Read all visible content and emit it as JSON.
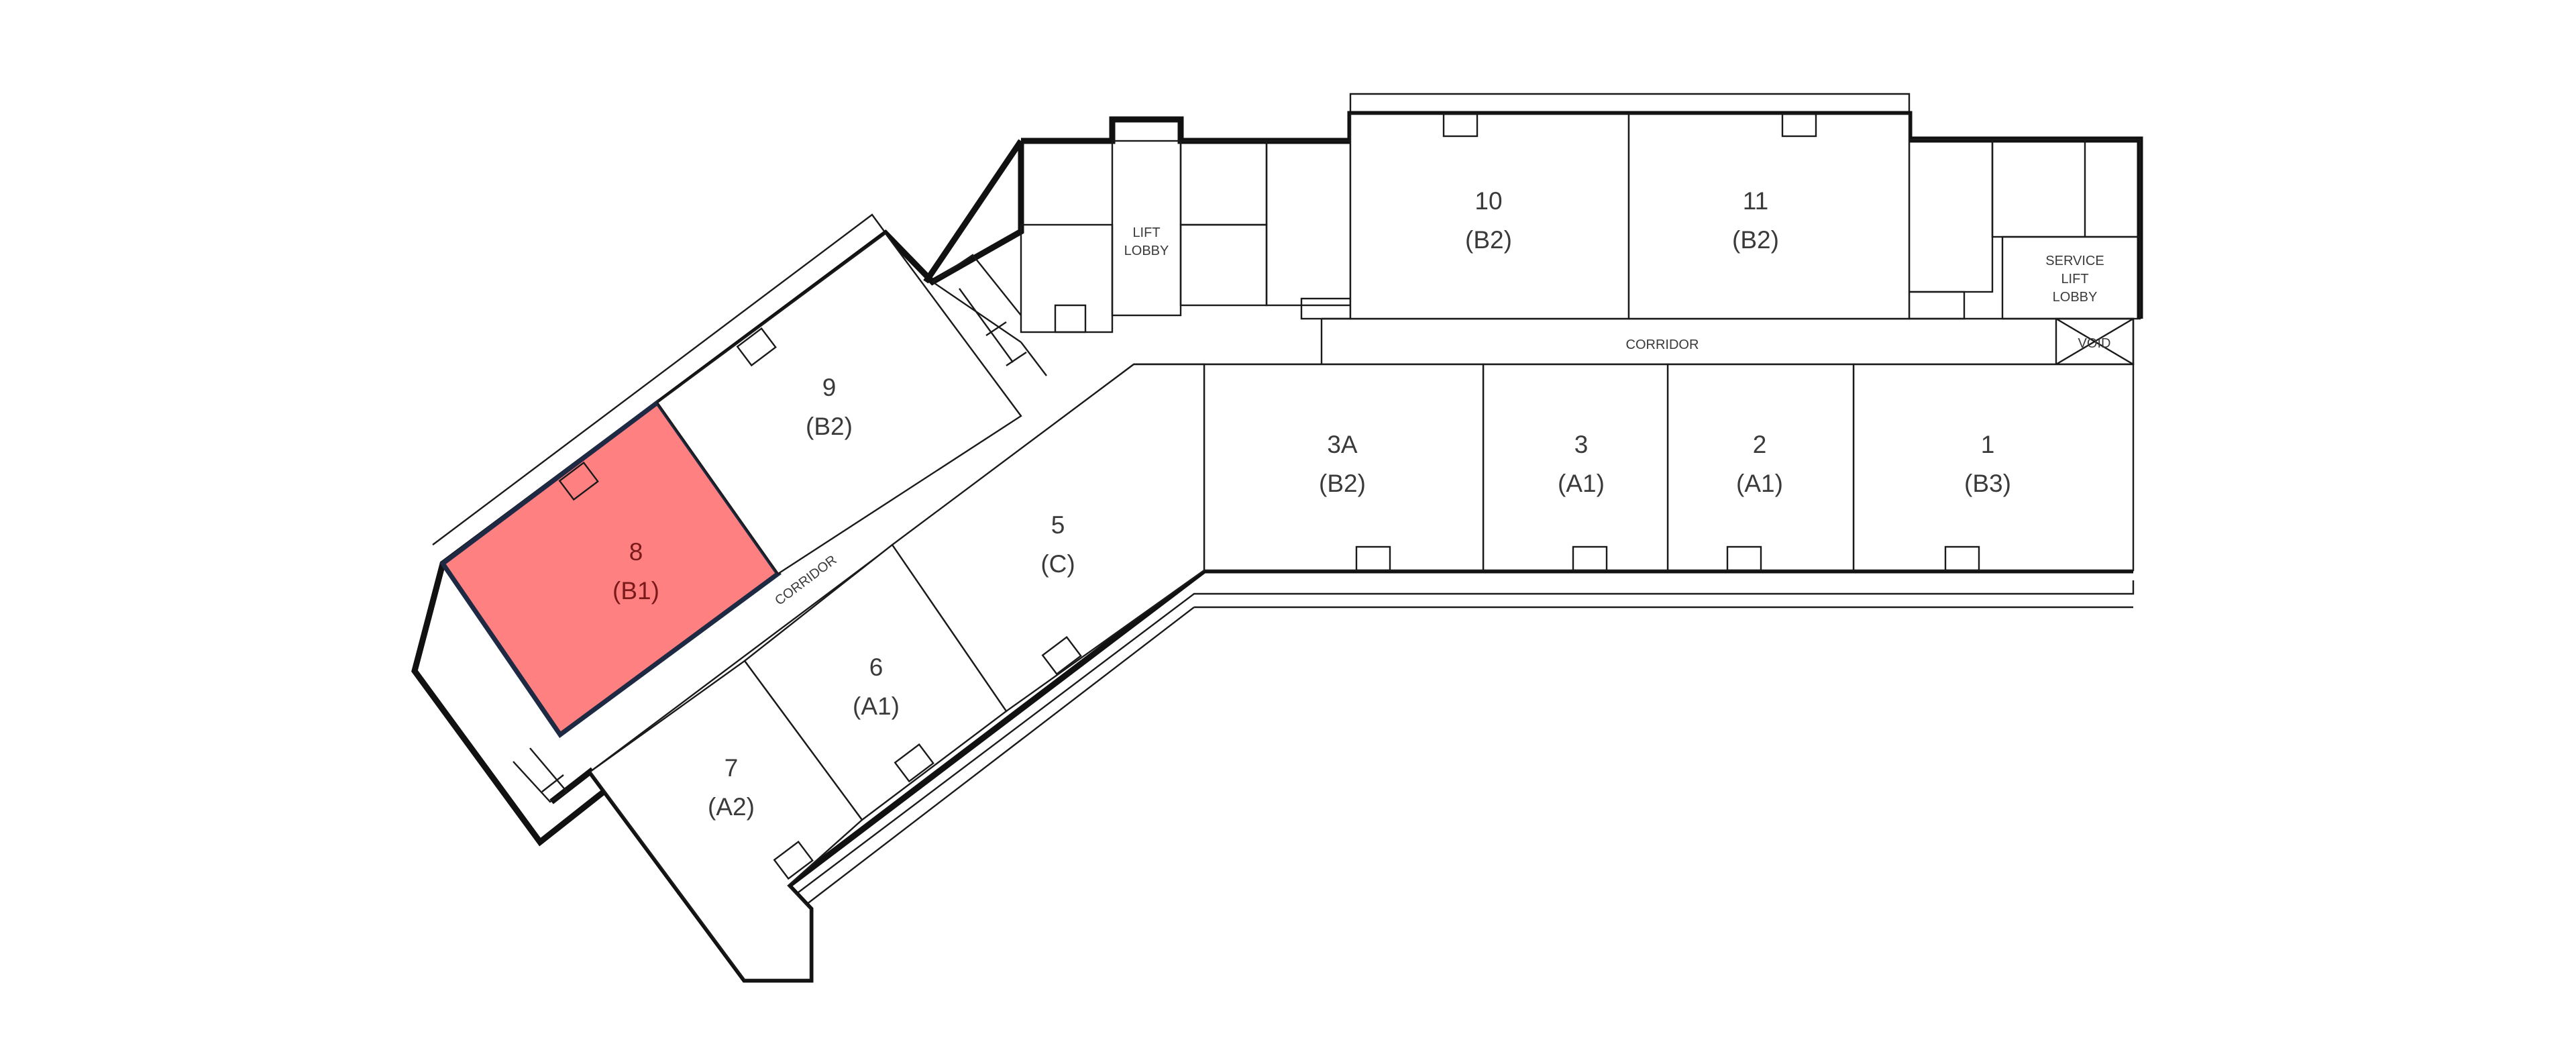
{
  "highlight_color": "#ff8080",
  "units": [
    {
      "id": "1",
      "name": "1",
      "type": "(B3)",
      "selected": false
    },
    {
      "id": "2",
      "name": "2",
      "type": "(A1)",
      "selected": false
    },
    {
      "id": "3",
      "name": "3",
      "type": "(A1)",
      "selected": false
    },
    {
      "id": "3A",
      "name": "3A",
      "type": "(B2)",
      "selected": false
    },
    {
      "id": "5",
      "name": "5",
      "type": "(C)",
      "selected": false
    },
    {
      "id": "6",
      "name": "6",
      "type": "(A1)",
      "selected": false
    },
    {
      "id": "7",
      "name": "7",
      "type": "(A2)",
      "selected": false
    },
    {
      "id": "8",
      "name": "8",
      "type": "(B1)",
      "selected": true
    },
    {
      "id": "9",
      "name": "9",
      "type": "(B2)",
      "selected": false
    },
    {
      "id": "10",
      "name": "10",
      "type": "(B2)",
      "selected": false
    },
    {
      "id": "11",
      "name": "11",
      "type": "(B2)",
      "selected": false
    }
  ],
  "labels": {
    "lift_lobby_1": "LIFT",
    "lift_lobby_2": "LOBBY",
    "service_1": "SERVICE",
    "service_2": "LIFT",
    "service_3": "LOBBY",
    "corridor_east": "CORRIDOR",
    "corridor_west": "CORRIDOR",
    "void": "VOID"
  }
}
